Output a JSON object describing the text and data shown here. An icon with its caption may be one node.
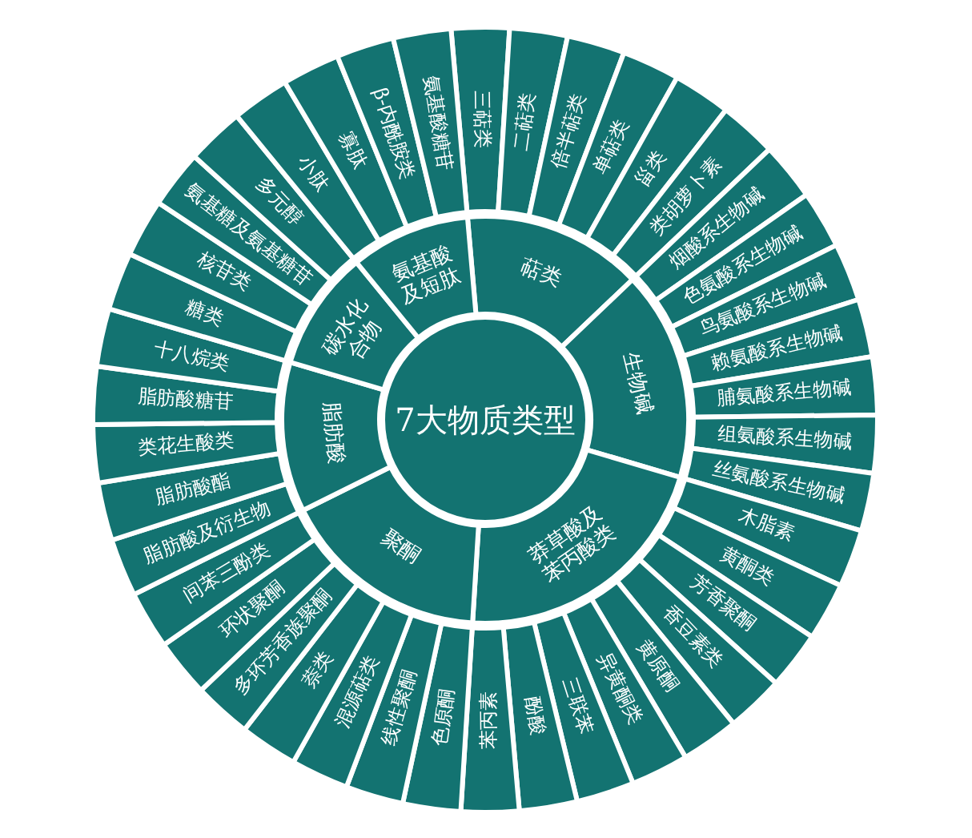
{
  "diagram": {
    "nodes": [
      {
        "text": [
          "7大物质类型"
        ]
      },
      {
        "text": [
          "萜类"
        ]
      },
      {
        "text": [
          "生物碱"
        ]
      },
      {
        "text": [
          "莽草酸及苯丙酸类"
        ]
      },
      {
        "text": [
          "聚酮"
        ]
      },
      {
        "text": [
          "脂肪酸"
        ]
      },
      {
        "text": [
          "碳水化合物"
        ]
      },
      {
        "text": [
          "氨基酸及短肽"
        ]
      },
      {
        "text": [
          "三萜类"
        ]
      },
      {
        "text": [
          "二萜类"
        ]
      },
      {
        "text": [
          "倍半萜类"
        ]
      },
      {
        "text": [
          "单萜类"
        ]
      },
      {
        "text": [
          "甾类"
        ]
      },
      {
        "text": [
          "类胡萝卜素"
        ]
      },
      {
        "text": [
          "烟酸系生物碱"
        ]
      },
      {
        "text": [
          "色氨酸系生物碱"
        ]
      },
      {
        "text": [
          "鸟氨酸系生物碱"
        ]
      },
      {
        "text": [
          "赖氨酸系生物碱"
        ]
      },
      {
        "text": [
          "脯氨酸系生物碱"
        ]
      },
      {
        "text": [
          "组氨酸系生物碱"
        ]
      },
      {
        "text": [
          "丝氨酸系生物碱"
        ]
      },
      {
        "text": [
          "木脂素"
        ]
      },
      {
        "text": [
          "黄酮类"
        ]
      },
      {
        "text": [
          "芳香聚酮"
        ]
      },
      {
        "text": [
          "香豆素类"
        ]
      },
      {
        "text": [
          "黄原酮"
        ]
      },
      {
        "text": [
          "异黄酮类"
        ]
      },
      {
        "text": [
          "三联苯"
        ]
      },
      {
        "text": [
          "酚酸"
        ]
      },
      {
        "text": [
          "苯丙素"
        ]
      },
      {
        "text": [
          "色原酮"
        ]
      },
      {
        "text": [
          "线性聚酮"
        ]
      },
      {
        "text": [
          "混源萜类"
        ]
      },
      {
        "text": [
          "萘类"
        ]
      },
      {
        "text": [
          "多环芳香族聚酮"
        ]
      },
      {
        "text": [
          "环状聚酮"
        ]
      },
      {
        "text": [
          "间苯三酚类"
        ]
      },
      {
        "text": [
          "脂肪酸及衍生物"
        ]
      },
      {
        "text": [
          "脂肪酸酯"
        ]
      },
      {
        "text": [
          "类花生酸类"
        ]
      },
      {
        "text": [
          "脂肪酸糖苷"
        ]
      },
      {
        "text": [
          "十八烷类"
        ]
      },
      {
        "text": [
          "糖类"
        ]
      },
      {
        "text": [
          "核苷类"
        ]
      },
      {
        "text": [
          "氨基糖及氨基糖苷"
        ]
      },
      {
        "text": [
          "多元醇"
        ]
      },
      {
        "text": [
          "小肽"
        ]
      },
      {
        "text": [
          "寡肽"
        ]
      },
      {
        "text": [
          "β-内酰胺类"
        ]
      },
      {
        "text": [
          "氨基酸糖苷"
        ]
      }
    ]
  }
}
